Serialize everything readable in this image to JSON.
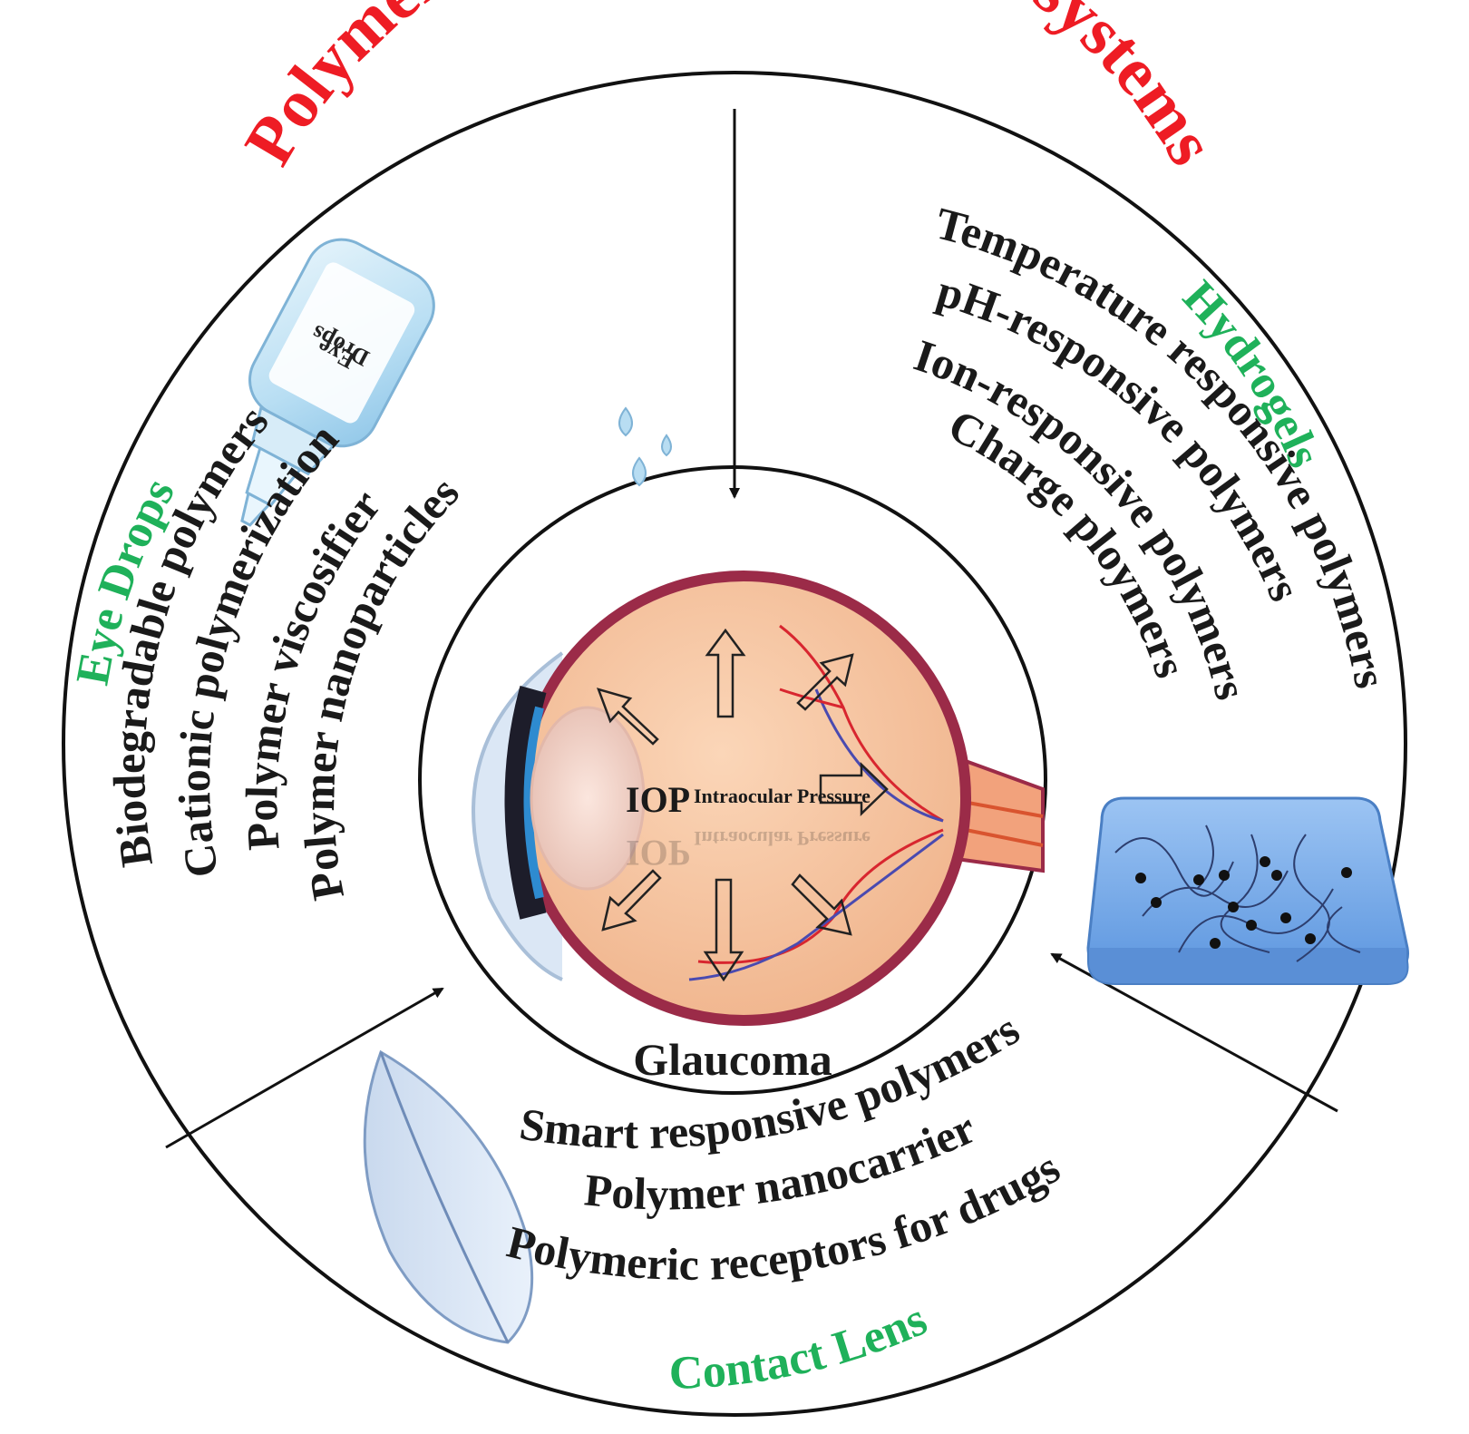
{
  "title": "Polymer-based drug delivery systems",
  "center": {
    "label": "Glaucoma",
    "iop_abbr": "IOP",
    "iop_full": "Intraocular Pressure"
  },
  "eye_drops": {
    "heading": "Eye Drops",
    "bottle_label_line1": "Eye",
    "bottle_label_line2": "Drops",
    "items": [
      "Biodegradable polymers",
      "Cationic polymerization",
      "Polymer viscosifier",
      "Polymer nanoparticles"
    ]
  },
  "hydrogels": {
    "heading": "Hydrogels",
    "items": [
      "Temperature responsive polymers",
      "pH-responsive polymers",
      "Ion-responsive polymers",
      "Charge ploymers"
    ]
  },
  "contact_lens": {
    "heading": "Contact Lens",
    "items": [
      "Smart responsive polymers",
      "Polymer nanocarrier",
      "Polymeric receptors for drugs"
    ]
  },
  "colors": {
    "title": "#ee1c24",
    "heading": "#1fb15a",
    "text": "#1a1a1a",
    "eyeball": "#f6c4a0",
    "sclera": "#9b2b48",
    "hydrogel": "#6da6e8"
  }
}
